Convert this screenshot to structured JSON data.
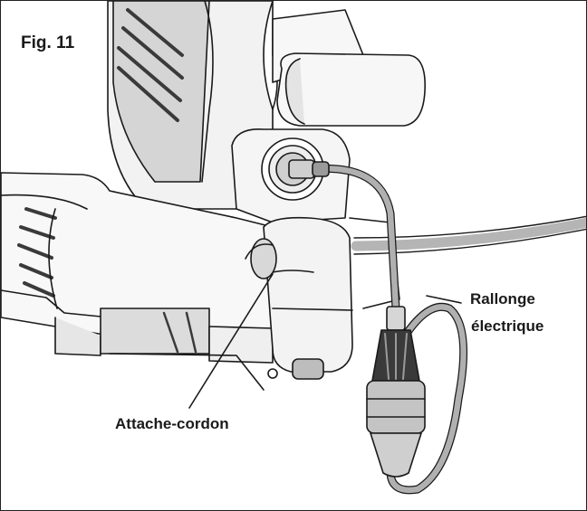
{
  "figure": {
    "title": "Fig. 11",
    "labels": {
      "extension_cord_line1": "Rallonge",
      "extension_cord_line2": "électrique",
      "cord_clip": "Attache-cordon"
    }
  },
  "colors": {
    "line": "#1a1a1a",
    "cord": "#a8a8a8",
    "shade": "#c9c9c9",
    "dark": "#3a3a3a",
    "background": "#ffffff"
  }
}
